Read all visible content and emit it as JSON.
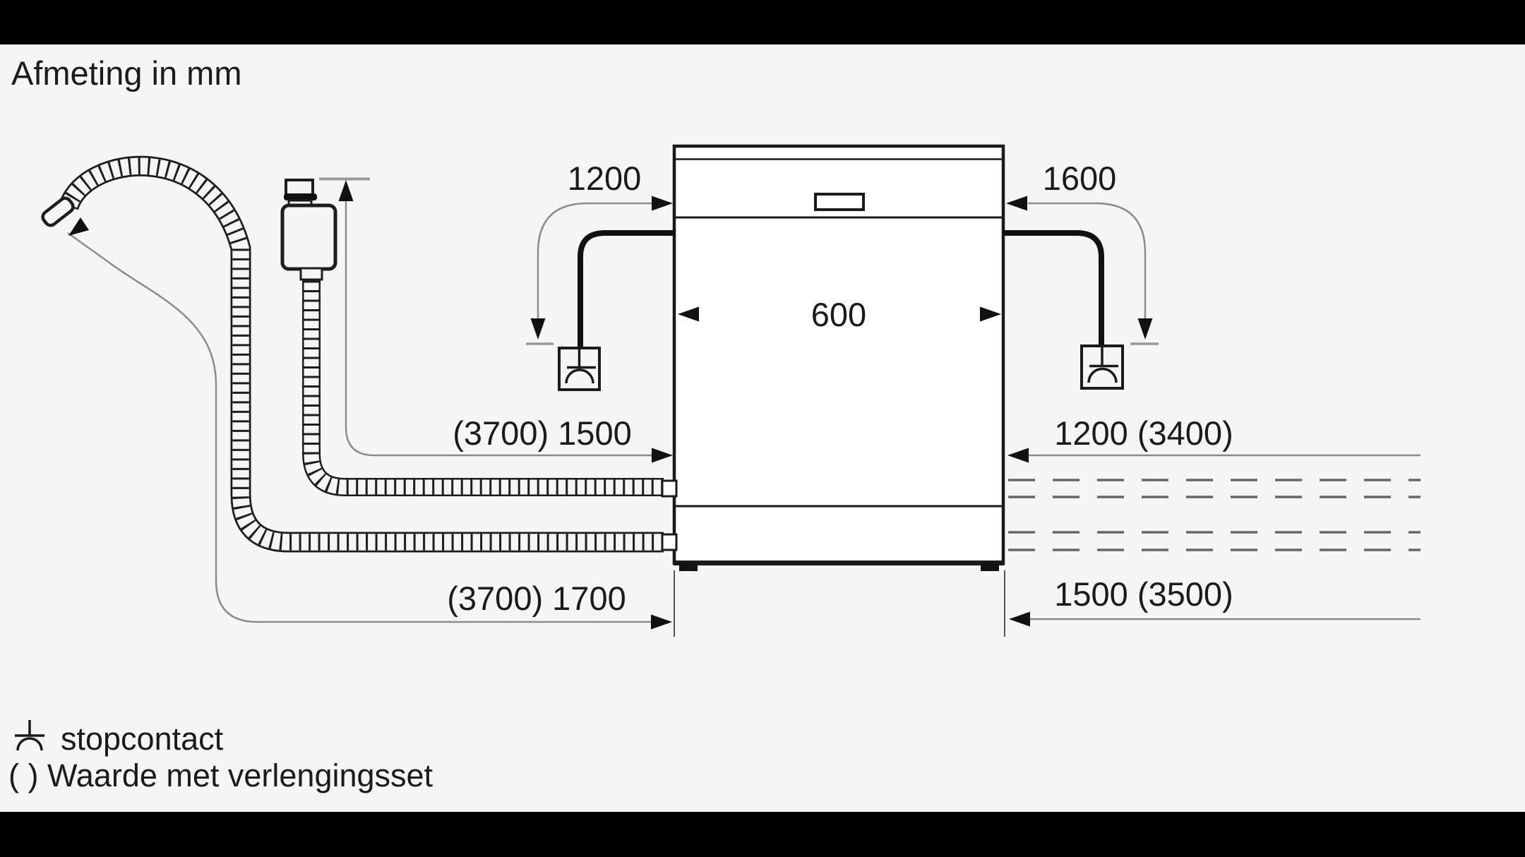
{
  "title": "Afmeting in mm",
  "dimensions": {
    "cord_left": "1200",
    "cord_right": "1600",
    "appliance_width": "600",
    "inlet_hose_left": "(3700) 1500",
    "drain_hose_left": "(3700) 1700",
    "inlet_hose_right": "1200 (3400)",
    "drain_hose_right": "1500 (3500)"
  },
  "legend": {
    "socket_icon": "schuko-socket-icon",
    "socket_label": "stopcontact",
    "parentheses_note": "( ) Waarde met verlengingsset"
  },
  "colors": {
    "background": "#f5f5f5",
    "ink": "#1a1a1a",
    "dimension_line": "#8c8c8c",
    "dashed_line": "#666666",
    "letterbox": "#000000"
  }
}
